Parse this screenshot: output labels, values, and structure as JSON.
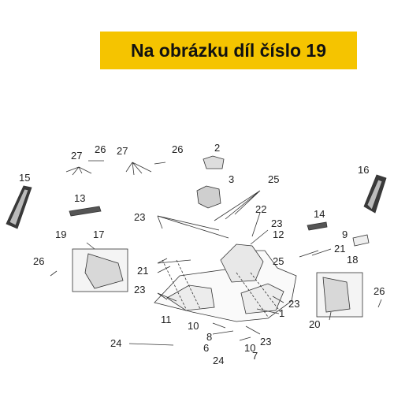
{
  "banner": {
    "text": "Na obrázku díl číslo 19",
    "color": "#f5c400"
  },
  "diagram": {
    "labels": [
      {
        "id": "2",
        "text": "2"
      },
      {
        "id": "3",
        "text": "3"
      },
      {
        "id": "25a",
        "text": "25"
      },
      {
        "id": "25b",
        "text": "25"
      },
      {
        "id": "26a",
        "text": "26"
      },
      {
        "id": "27a",
        "text": "27"
      },
      {
        "id": "27b",
        "text": "27"
      },
      {
        "id": "26b",
        "text": "26"
      },
      {
        "id": "15",
        "text": "15"
      },
      {
        "id": "16",
        "text": "16"
      },
      {
        "id": "13",
        "text": "13"
      },
      {
        "id": "14",
        "text": "14"
      },
      {
        "id": "23a",
        "text": "23"
      },
      {
        "id": "22",
        "text": "22"
      },
      {
        "id": "23b",
        "text": "23"
      },
      {
        "id": "12",
        "text": "12"
      },
      {
        "id": "9",
        "text": "9"
      },
      {
        "id": "19",
        "text": "19"
      },
      {
        "id": "17",
        "text": "17"
      },
      {
        "id": "26c",
        "text": "26"
      },
      {
        "id": "21a",
        "text": "21"
      },
      {
        "id": "21b",
        "text": "21"
      },
      {
        "id": "18",
        "text": "18"
      },
      {
        "id": "23c",
        "text": "23"
      },
      {
        "id": "26d",
        "text": "26"
      },
      {
        "id": "23d",
        "text": "23"
      },
      {
        "id": "1",
        "text": "1"
      },
      {
        "id": "20",
        "text": "20"
      },
      {
        "id": "10a",
        "text": "10"
      },
      {
        "id": "11",
        "text": "11"
      },
      {
        "id": "8",
        "text": "8"
      },
      {
        "id": "24a",
        "text": "24"
      },
      {
        "id": "6",
        "text": "6"
      },
      {
        "id": "10b",
        "text": "10"
      },
      {
        "id": "23e",
        "text": "23"
      },
      {
        "id": "7",
        "text": "7"
      },
      {
        "id": "24b",
        "text": "24"
      }
    ]
  }
}
